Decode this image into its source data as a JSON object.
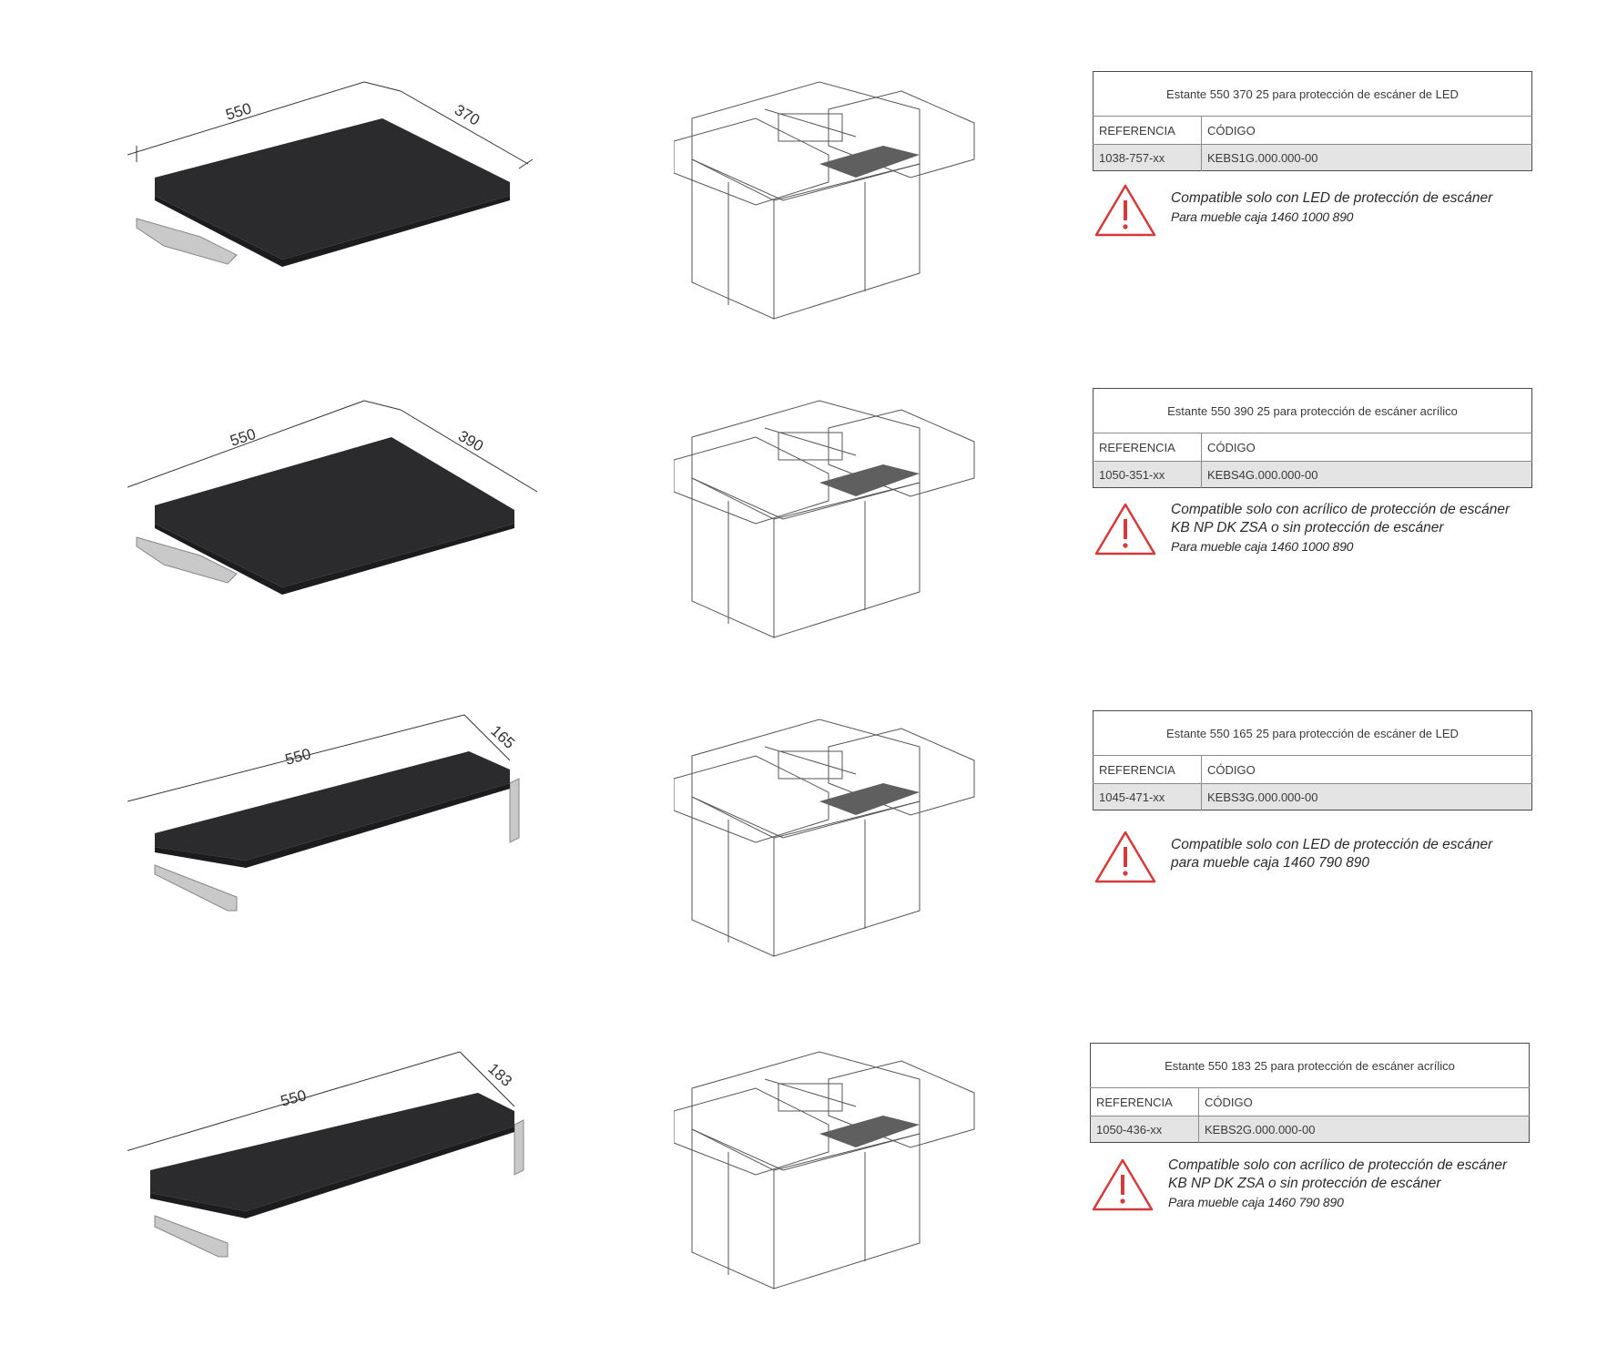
{
  "rows": [
    {
      "dim_length": "550",
      "dim_depth": "370",
      "table_title": "Estante 550 370 25 para protección de escáner de LED",
      "col_ref": "REFERENCIA",
      "col_code": "CÓDIGO",
      "ref": "1038-757-xx",
      "code": "KEBS1G.000.000-00",
      "notes": [
        "Compatible solo con LED de protección de escáner",
        "Para mueble caja 1460 1000 890"
      ]
    },
    {
      "dim_length": "550",
      "dim_depth": "390",
      "table_title": "Estante 550 390 25 para protección de escáner acrílico",
      "col_ref": "REFERENCIA",
      "col_code": "CÓDIGO",
      "ref": "1050-351-xx",
      "code": "KEBS4G.000.000-00",
      "notes": [
        "Compatible solo con acrílico de protección de escáner",
        "KB NP DK ZSA o sin protección de escáner",
        "Para mueble caja 1460 1000 890"
      ]
    },
    {
      "dim_length": "550",
      "dim_depth": "165",
      "table_title": "Estante 550 165 25 para protección de escáner de LED",
      "col_ref": "REFERENCIA",
      "col_code": "CÓDIGO",
      "ref": "1045-471-xx",
      "code": "KEBS3G.000.000-00",
      "notes": [
        "Compatible solo con LED de protección de escáner",
        "para mueble caja 1460 790 890"
      ]
    },
    {
      "dim_length": "550",
      "dim_depth": "183",
      "table_title": "Estante 550 183 25 para protección de escáner acrílico",
      "col_ref": "REFERENCIA",
      "col_code": "CÓDIGO",
      "ref": "1050-436-xx",
      "code": "KEBS2G.000.000-00",
      "notes": [
        "Compatible solo con acrílico de protección de escáner",
        "KB NP DK ZSA o sin protección de escáner",
        "Para mueble caja 1460 790 890"
      ]
    }
  ],
  "colors": {
    "shelf": "#2b2b2e",
    "bracket": "#c9c9c9",
    "warning": "#d63a3a",
    "table_data_bg": "#e4e4e4"
  },
  "icons": {
    "warning": "warning-triangle-icon"
  }
}
